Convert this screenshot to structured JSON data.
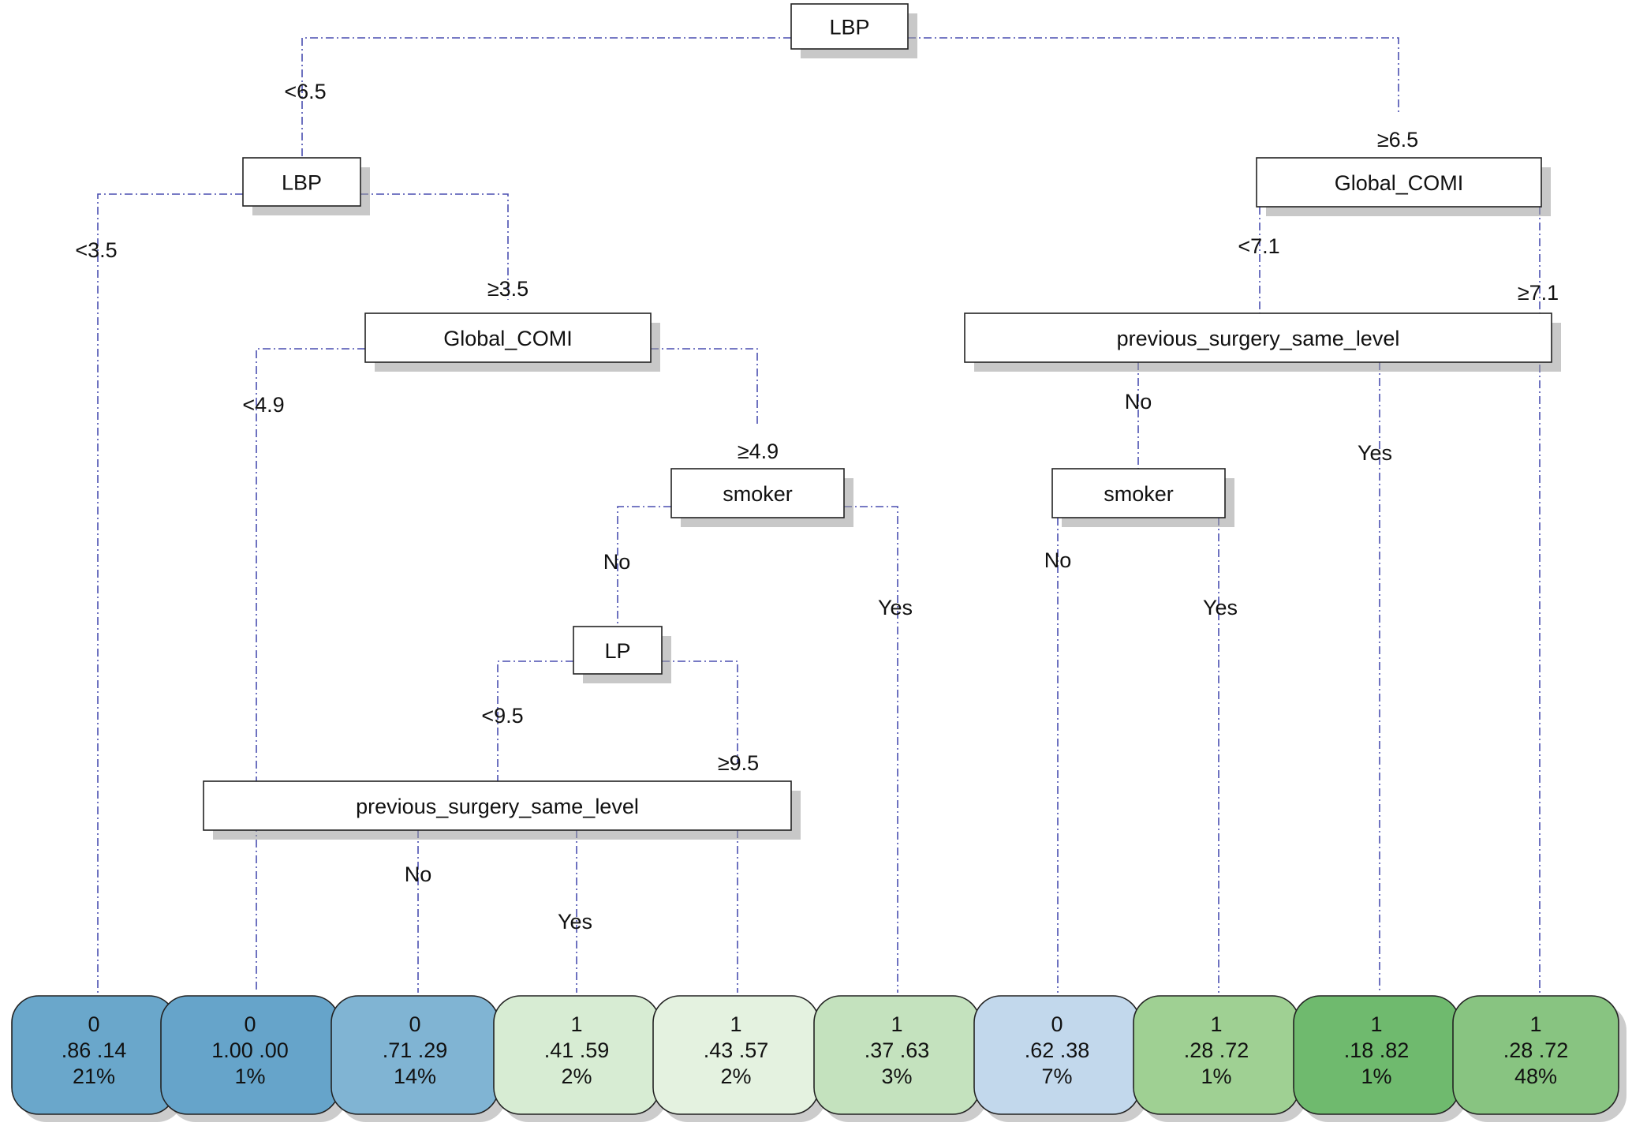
{
  "tree": {
    "nodes": [
      {
        "id": "root",
        "label": "LBP"
      },
      {
        "id": "n_lbp2",
        "label": "LBP"
      },
      {
        "id": "n_gc_left",
        "label": "Global_COMI"
      },
      {
        "id": "n_smoker_left",
        "label": "smoker"
      },
      {
        "id": "n_lp",
        "label": "LP"
      },
      {
        "id": "n_prev_left",
        "label": "previous_surgery_same_level"
      },
      {
        "id": "n_gc_right",
        "label": "Global_COMI"
      },
      {
        "id": "n_prev_right",
        "label": "previous_surgery_same_level"
      },
      {
        "id": "n_smoker_right",
        "label": "smoker"
      }
    ],
    "edge_labels": [
      {
        "id": "e1",
        "text": "<6.5"
      },
      {
        "id": "e2",
        "text": "≥6.5"
      },
      {
        "id": "e3",
        "text": "<3.5"
      },
      {
        "id": "e4",
        "text": "≥3.5"
      },
      {
        "id": "e5",
        "text": "<4.9"
      },
      {
        "id": "e6",
        "text": "≥4.9"
      },
      {
        "id": "e7",
        "text": "No"
      },
      {
        "id": "e8",
        "text": "Yes"
      },
      {
        "id": "e9",
        "text": "<9.5"
      },
      {
        "id": "e10",
        "text": "≥9.5"
      },
      {
        "id": "e11",
        "text": "No"
      },
      {
        "id": "e12",
        "text": "Yes"
      },
      {
        "id": "e13",
        "text": "<7.1"
      },
      {
        "id": "e14",
        "text": "≥7.1"
      },
      {
        "id": "e15",
        "text": "No"
      },
      {
        "id": "e16",
        "text": "Yes"
      },
      {
        "id": "e17",
        "text": "No"
      },
      {
        "id": "e18",
        "text": "Yes"
      }
    ],
    "leaves": [
      {
        "class": "0",
        "probs": ".86 .14",
        "pct": "21%",
        "color": "#6aa7cb"
      },
      {
        "class": "0",
        "probs": "1.00 .00",
        "pct": "1%",
        "color": "#66a4ca"
      },
      {
        "class": "0",
        "probs": ".71 .29",
        "pct": "14%",
        "color": "#80b4d3"
      },
      {
        "class": "1",
        "probs": ".41 .59",
        "pct": "2%",
        "color": "#d7ecd3"
      },
      {
        "class": "1",
        "probs": ".43 .57",
        "pct": "2%",
        "color": "#e4f2e0"
      },
      {
        "class": "1",
        "probs": ".37 .63",
        "pct": "3%",
        "color": "#c4e2be"
      },
      {
        "class": "0",
        "probs": ".62 .38",
        "pct": "7%",
        "color": "#c2d8ec"
      },
      {
        "class": "1",
        "probs": ".28 .72",
        "pct": "1%",
        "color": "#9fd093"
      },
      {
        "class": "1",
        "probs": ".18 .82",
        "pct": "1%",
        "color": "#6fba6e"
      },
      {
        "class": "1",
        "probs": ".28 .72",
        "pct": "48%",
        "color": "#88c481"
      }
    ],
    "colors": {
      "edge": "#4a4fb0",
      "node_border": "#222222"
    }
  }
}
